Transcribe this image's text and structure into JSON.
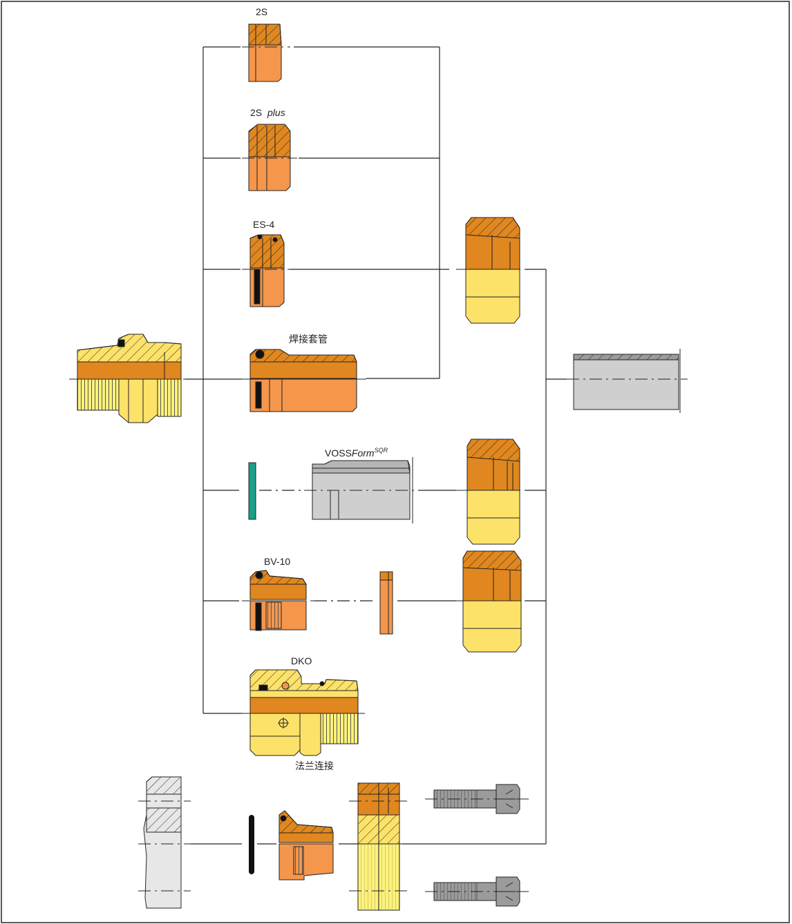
{
  "labels": {
    "s2": "2S",
    "s2plus_main": "2S",
    "s2plus_italic": "plus",
    "es4": "ES-4",
    "weld": "焊接套管",
    "voss_main": "VOSS",
    "voss_italic": "Form",
    "voss_sup": "SQR",
    "bv10": "BV-10",
    "dko": "DKO",
    "flange": "法兰连接"
  },
  "colors": {
    "orange": "#f4964c",
    "orange_dark": "#e0871f",
    "yellow": "#fde26a",
    "yellow_light": "#fff27a",
    "gray": "#cfcfcf",
    "gray_dark": "#9b9b9b",
    "teal": "#1aa187",
    "line": "#222222"
  }
}
